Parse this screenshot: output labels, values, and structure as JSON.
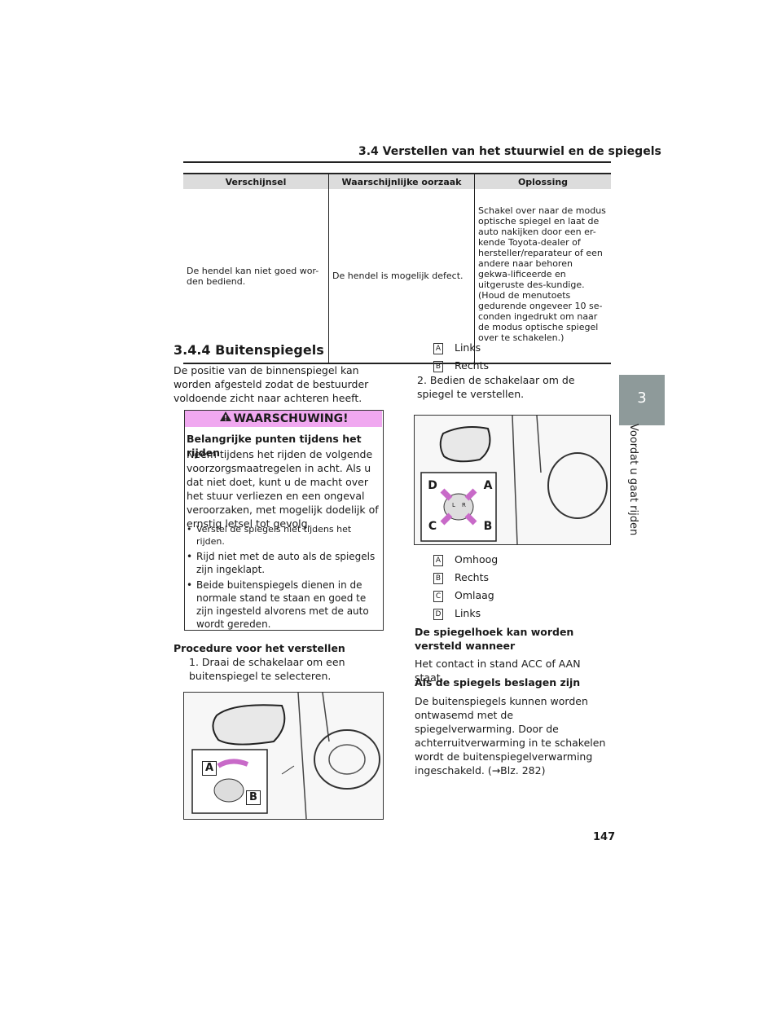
{
  "header": {
    "title": "3.4  Verstellen van het stuurwiel en de spiegels"
  },
  "table": {
    "headers": [
      "Verschijnsel",
      "Waarschijnlijke oorzaak",
      "Oplossing"
    ],
    "row": {
      "symptom": "De hendel kan niet goed wor-den bediend.",
      "cause": "De hendel is mogelijk defect.",
      "solution": "Schakel over naar de modus optische spiegel en laat de auto nakijken door een er-kende Toyota-dealer of hersteller/reparateur of een andere naar behoren gekwa-lificeerde en uitgeruste des-kundige. (Houd de menutoets gedurende ongeveer 10 se-conden ingedrukt om naar de modus optische spiegel over te schakelen.)"
    }
  },
  "section": {
    "title": "3.4.4  Buitenspiegels",
    "intro": "De positie van de binnenspiegel kan worden afgesteld zodat de bestuurder voldoende zicht naar achteren heeft."
  },
  "warning": {
    "title": "WAARSCHUWING!",
    "subtitle": "Belangrijke punten tijdens het rijden",
    "body": "Neem tijdens het rijden de volgende voorzorgsmaatregelen in acht. Als u dat niet doet, kunt u de macht over het stuur verliezen en een ongeval veroorzaken, met mogelijk dodelijk of ernstig letsel tot gevolg.",
    "bullets": [
      "Verstel de spiegels niet tijdens het rijden.",
      "Rijd niet met de auto als de spiegels zijn ingeklapt.",
      "Beide buitenspiegels dienen in de normale stand te staan en goed te zijn ingesteld alvorens met de auto wordt gereden."
    ]
  },
  "procedure": {
    "title": "Procedure voor het verstellen",
    "step1": "1. Draai de schakelaar om een buitenspiegel te selecteren.",
    "step2": "2. Bedien de schakelaar om de spiegel te verstellen."
  },
  "select_keys": [
    {
      "key": "A",
      "label": "Links"
    },
    {
      "key": "B",
      "label": "Rechts"
    }
  ],
  "adjust_keys": [
    {
      "key": "A",
      "label": "Omhoog"
    },
    {
      "key": "B",
      "label": "Rechts"
    },
    {
      "key": "C",
      "label": "Omlaag"
    },
    {
      "key": "D",
      "label": "Links"
    }
  ],
  "figure1": {
    "callouts": [
      "A",
      "B"
    ]
  },
  "figure2": {
    "callouts": [
      "D",
      "A",
      "C",
      "B"
    ],
    "knob": [
      "L",
      "R"
    ]
  },
  "angle": {
    "title": "De spiegelhoek kan worden versteld wanneer",
    "text": "Het contact in stand ACC of AAN staat."
  },
  "folded": {
    "title": "Als de spiegels beslagen zijn",
    "text": "De buitenspiegels kunnen worden ontwasemd met de spiegelverwarming. Door de achterruitverwarming in te schakelen wordt de buitenspiegelverwarming ingeschakeld. (→Blz. 282)"
  },
  "page_number": "147",
  "side_tab": {
    "number": "3",
    "label": "Voordat u gaat rijden"
  },
  "colors": {
    "warning_header": "#f0a8f0",
    "side_tab": "#8e9a9a",
    "table_header": "#dcdcdc"
  }
}
